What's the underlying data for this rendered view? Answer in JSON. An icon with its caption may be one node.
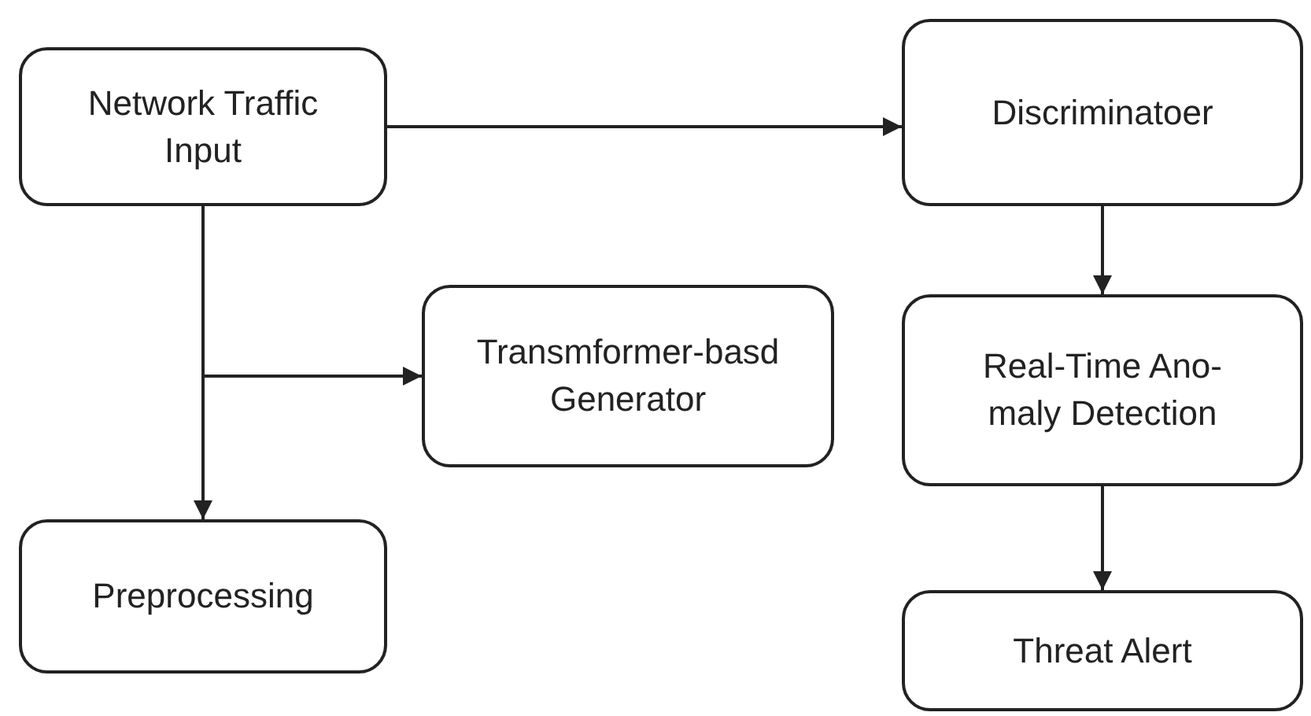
{
  "diagram": {
    "nodes": [
      {
        "text": [
          "Network Traffic Input"
        ]
      },
      {
        "text": [
          "Discriminatoer"
        ]
      },
      {
        "text": [
          "Transmformer-basd Generator"
        ]
      },
      {
        "text": [
          "Real-Time Ano- maly Detection"
        ]
      },
      {
        "text": [
          "Preprocessing"
        ]
      },
      {
        "text": [
          "Threat Alert"
        ]
      }
    ],
    "edges": [
      {
        "from": 0,
        "to": 1,
        "arrow": "to"
      },
      {
        "from": 0,
        "to": 2,
        "arrow": "to"
      },
      {
        "from": 0,
        "to": 4,
        "arrow": "to"
      },
      {
        "from": 1,
        "to": 3,
        "arrow": "to"
      },
      {
        "from": 3,
        "to": 5,
        "arrow": "to"
      }
    ]
  }
}
